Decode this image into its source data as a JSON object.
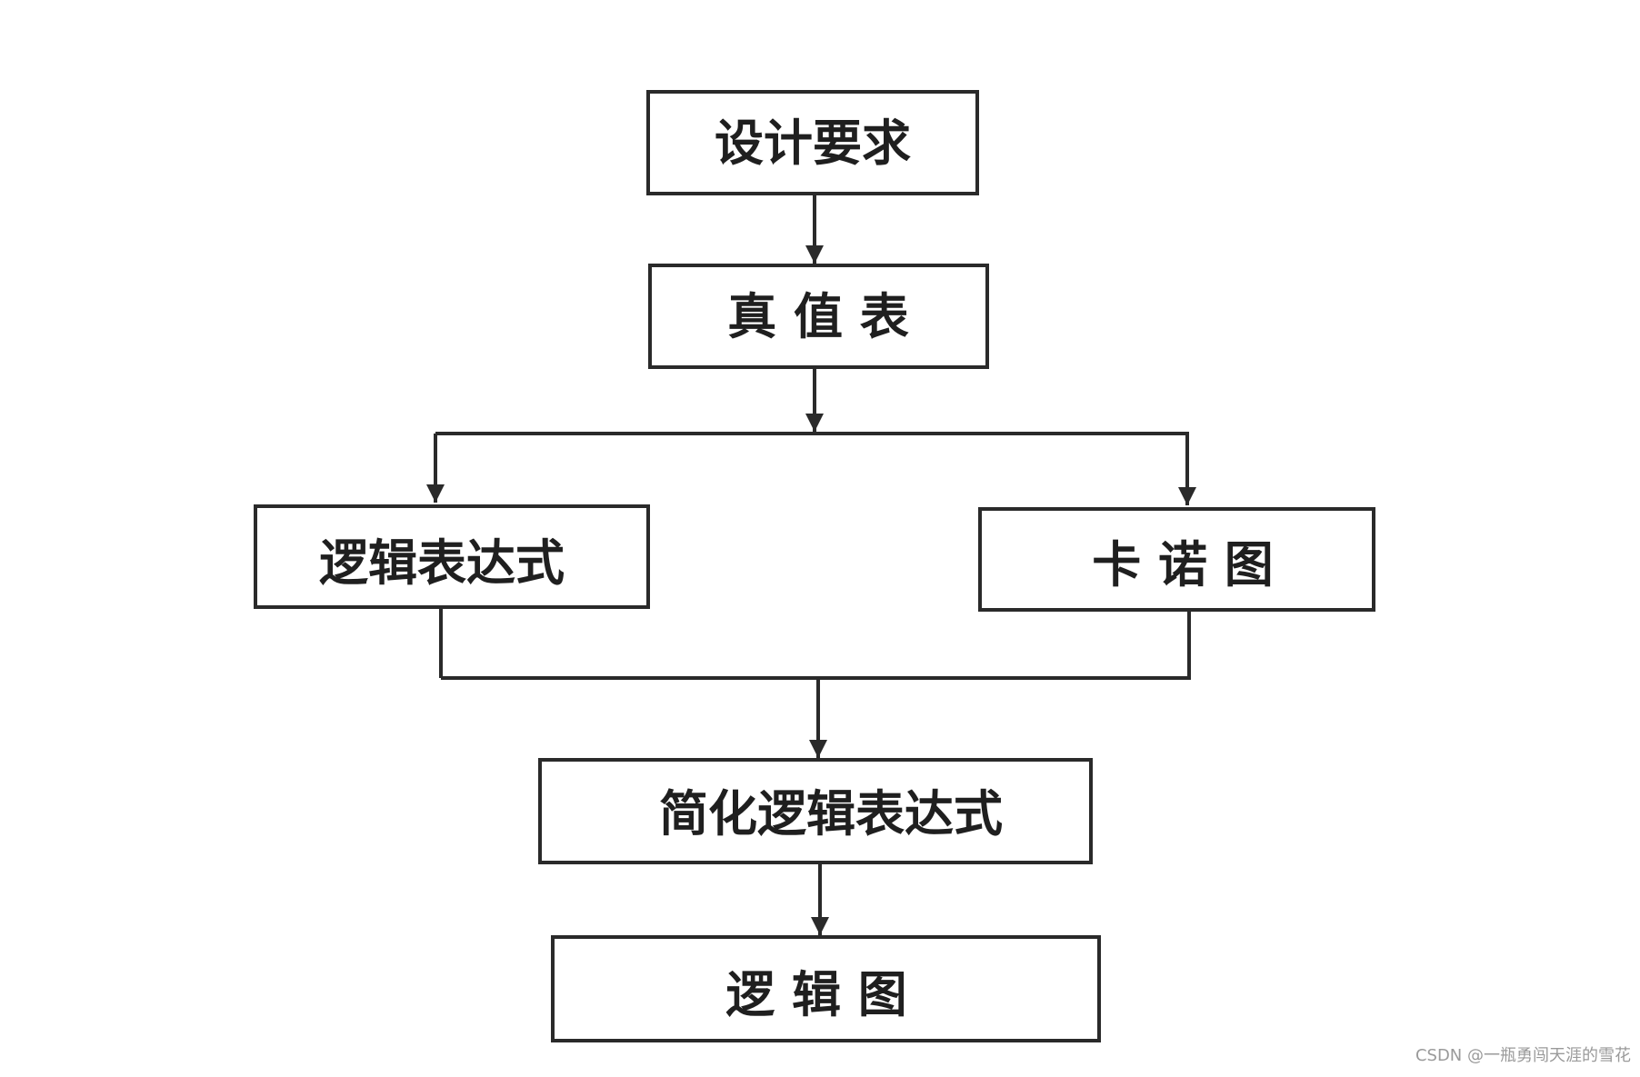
{
  "nodes": {
    "requirements": "设计要求",
    "truth_table": "真 值 表",
    "logic_expression": "逻辑表达式",
    "karnaugh_map": "卡 诺 图",
    "simplified_expression": "简化逻辑表达式",
    "logic_diagram": "逻  辑  图"
  },
  "watermark": "CSDN @一瓶勇闯天涯的雪花"
}
